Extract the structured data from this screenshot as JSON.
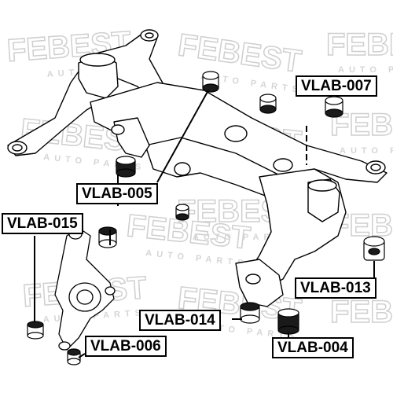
{
  "watermark": {
    "brand": "FEBEST",
    "tagline": "AUTO PARTS",
    "color": "#d6d6d6"
  },
  "callouts": [
    {
      "id": "vlab-007",
      "label": "VLAB-007"
    },
    {
      "id": "vlab-005",
      "label": "VLAB-005"
    },
    {
      "id": "vlab-015",
      "label": "VLAB-015"
    },
    {
      "id": "vlab-013",
      "label": "VLAB-013"
    },
    {
      "id": "vlab-014",
      "label": "VLAB-014"
    },
    {
      "id": "vlab-004",
      "label": "VLAB-004"
    },
    {
      "id": "vlab-006",
      "label": "VLAB-006"
    }
  ],
  "colors": {
    "ink": "#000000",
    "frame_fill": "#ffffff",
    "bushing_dark": "#1a1a1a"
  }
}
